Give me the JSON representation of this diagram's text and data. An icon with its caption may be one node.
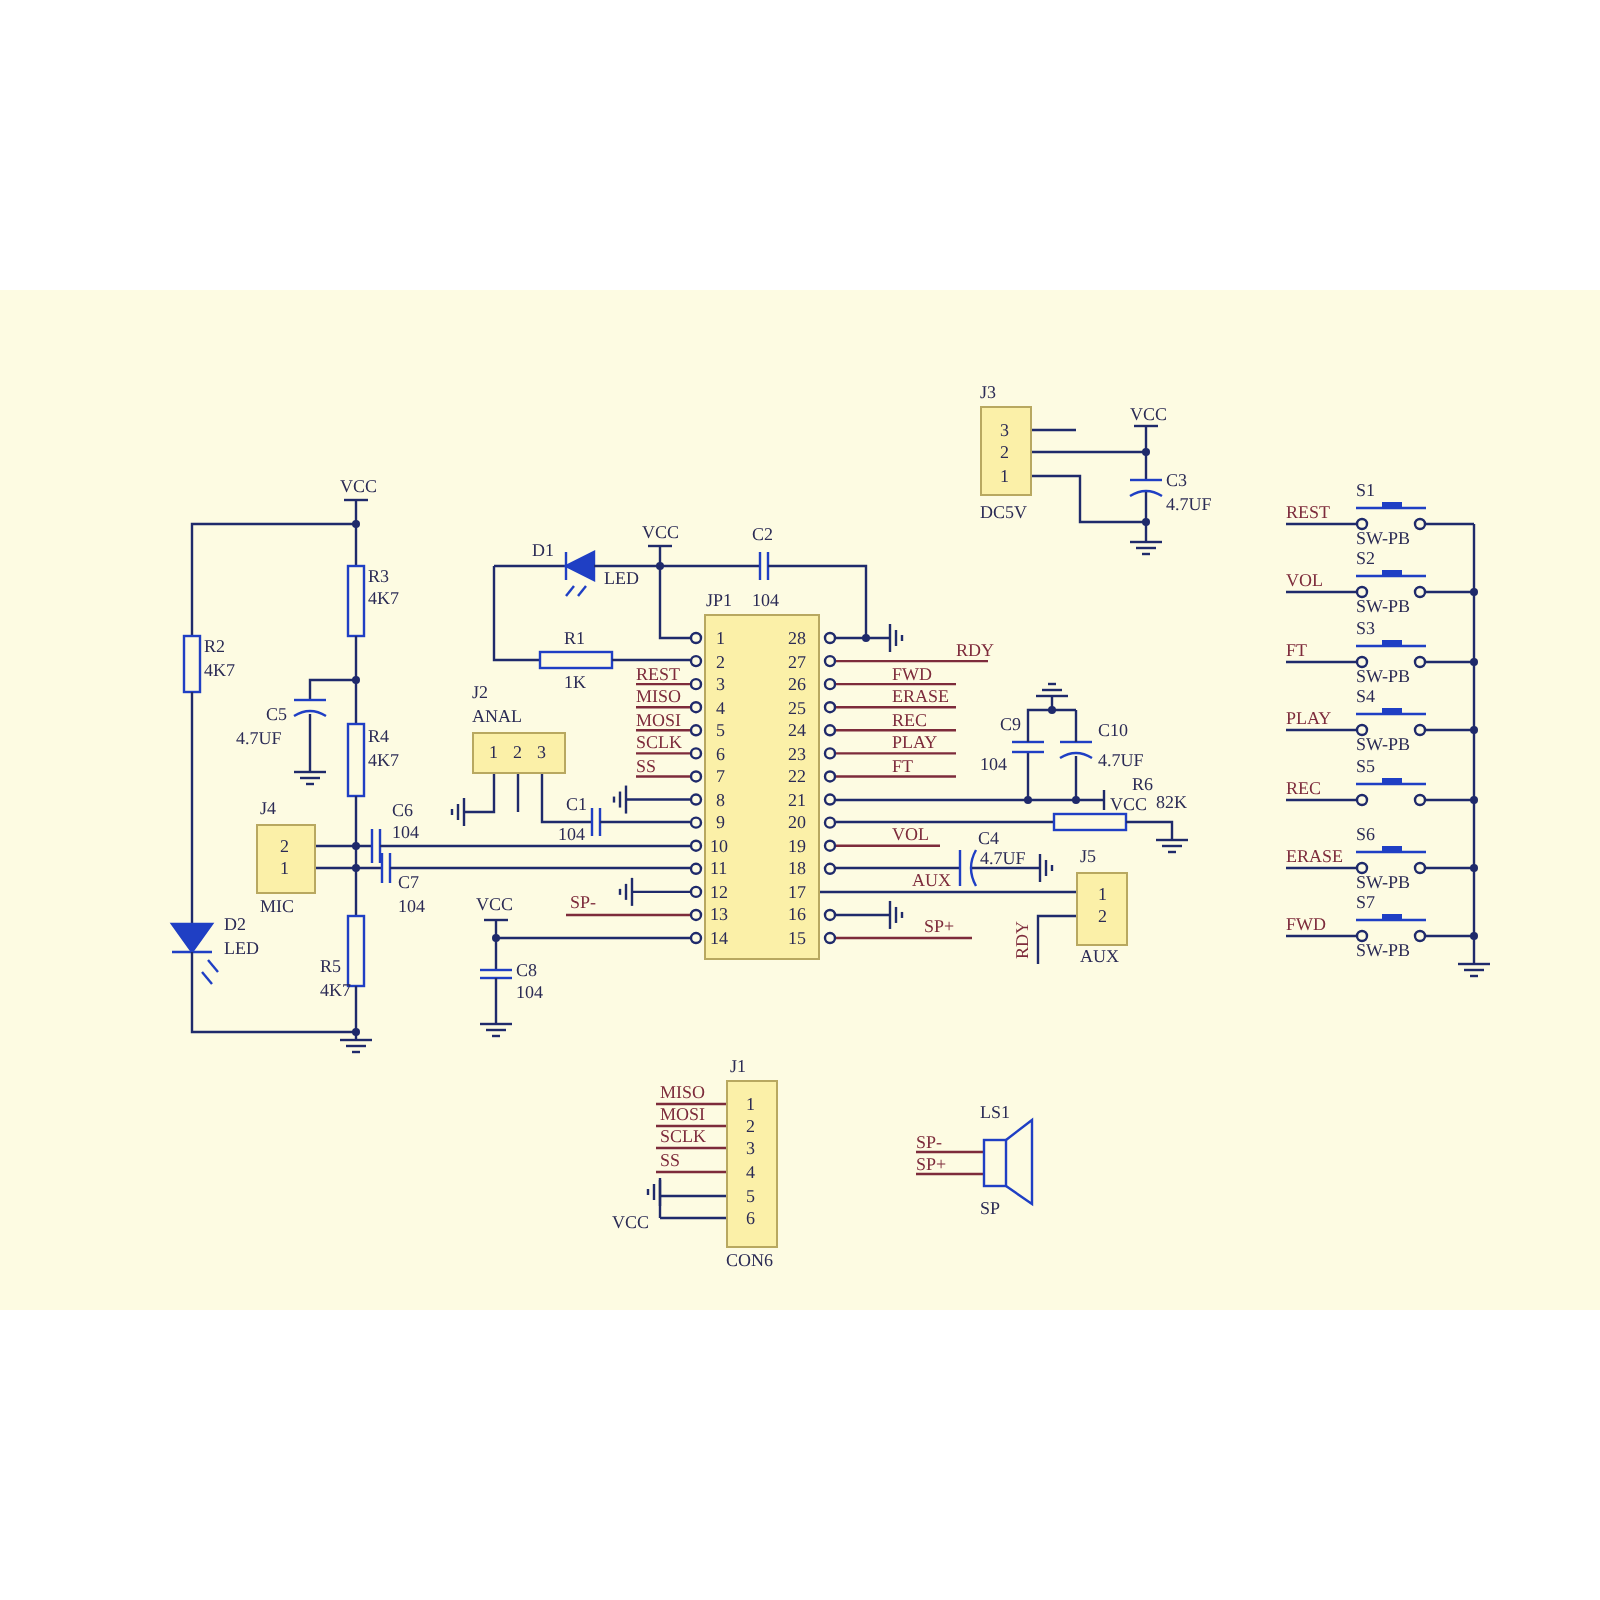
{
  "diagram": {
    "nodes": [
      {
        "text": [
          "J3",
          "3",
          "2",
          "1",
          "DC5V"
        ]
      },
      {
        "text": [
          "JP1",
          "1",
          "28",
          "2",
          "27",
          "3",
          "26",
          "4",
          "25",
          "5",
          "24",
          "6",
          "23",
          "7",
          "22",
          "8",
          "21",
          "9",
          "20",
          "10",
          "19",
          "11",
          "18",
          "12",
          "17",
          "13",
          "16",
          "14",
          "15"
        ]
      },
      {
        "text": [
          "J2",
          "ANAL",
          "1",
          "2",
          "3"
        ]
      },
      {
        "text": [
          "J4",
          "2",
          "1",
          "MIC"
        ]
      },
      {
        "text": [
          "J5",
          "1",
          "2",
          "AUX"
        ]
      },
      {
        "text": [
          "J1",
          "1",
          "2",
          "3",
          "4",
          "5",
          "6",
          "CON6"
        ]
      }
    ],
    "edges": [
      {
        "from": 1,
        "to": 4,
        "arrow": "none"
      }
    ],
    "labels": [
      "VCC",
      "VCC",
      "S1",
      "C3",
      "4.7UF",
      "REST",
      "SW-PB",
      "VCC",
      "C2",
      "S2",
      "D1",
      "R3",
      "LED",
      "VOL",
      "4K7",
      "104",
      "SW-PB",
      "S3",
      "R1",
      "R2",
      "RDY",
      "FT",
      "4K7",
      "REST",
      "FWD",
      "SW-PB",
      "1K",
      "MISO",
      "ERASE",
      "S4",
      "C5",
      "MOSI",
      "REC",
      "C9",
      "PLAY",
      "C10",
      "4.7UF",
      "R4",
      "SCLK",
      "PLAY",
      "SW-PB",
      "4K7",
      "SS",
      "FT",
      "104",
      "4.7UF",
      "S5",
      "R6",
      "REC",
      "VCC",
      "82K",
      "C6",
      "C1",
      "104",
      "104",
      "VOL",
      "C4",
      "S6",
      "4.7UF",
      "ERASE",
      "C7",
      "AUX",
      "SW-PB",
      "104",
      "VCC",
      "SP-",
      "S7",
      "D2",
      "SP+",
      "LED",
      "FWD",
      "RDY",
      "SW-PB",
      "R5",
      "C8",
      "4K7",
      "104",
      "MISO",
      "MOSI",
      "LS1",
      "SCLK",
      "SP-",
      "SS",
      "SP+",
      "SP",
      "VCC"
    ]
  }
}
